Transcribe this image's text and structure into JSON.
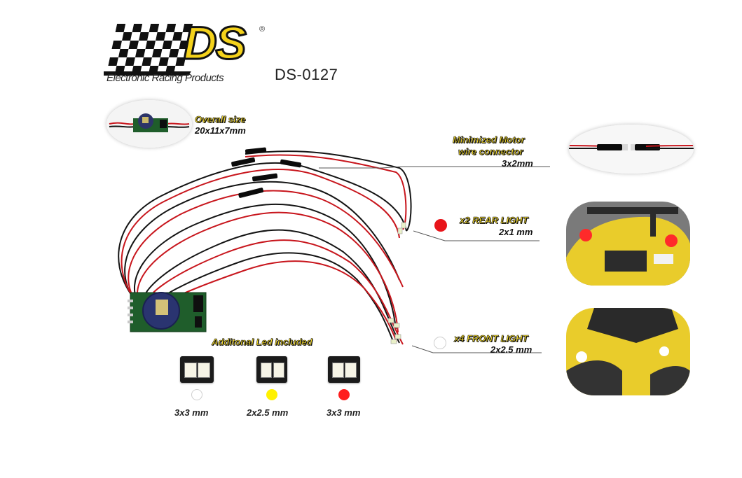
{
  "logo": {
    "brand": "DS",
    "registered": "®",
    "tagline": "Electronic Racing Products"
  },
  "product_code": "DS-0127",
  "callouts": {
    "overall_size": {
      "title": "Overall size",
      "value": "20x11x7mm"
    },
    "motor_connector": {
      "title_line1": "Minimized Motor",
      "title_line2": "wire connector",
      "value": "3x2mm"
    },
    "rear_light": {
      "title": "x2 REAR LIGHT",
      "value": "2x1 mm"
    },
    "front_light": {
      "title": "x4 FRONT LIGHT",
      "value": "2x2.5 mm"
    },
    "additional_led": {
      "title": "Additonal Led included"
    }
  },
  "additional_leds": [
    {
      "size": "3x3 mm",
      "color": "#ffffff"
    },
    {
      "size": "2x2.5 mm",
      "color": "#fff100"
    },
    {
      "size": "3x3 mm",
      "color": "#ff1e1e"
    }
  ],
  "indicator_colors": {
    "rear": "#e8141a",
    "front": "#ffffff",
    "wire_red": "#c8161d",
    "wire_black": "#141414",
    "car_yellow": "#e9cc2b"
  }
}
